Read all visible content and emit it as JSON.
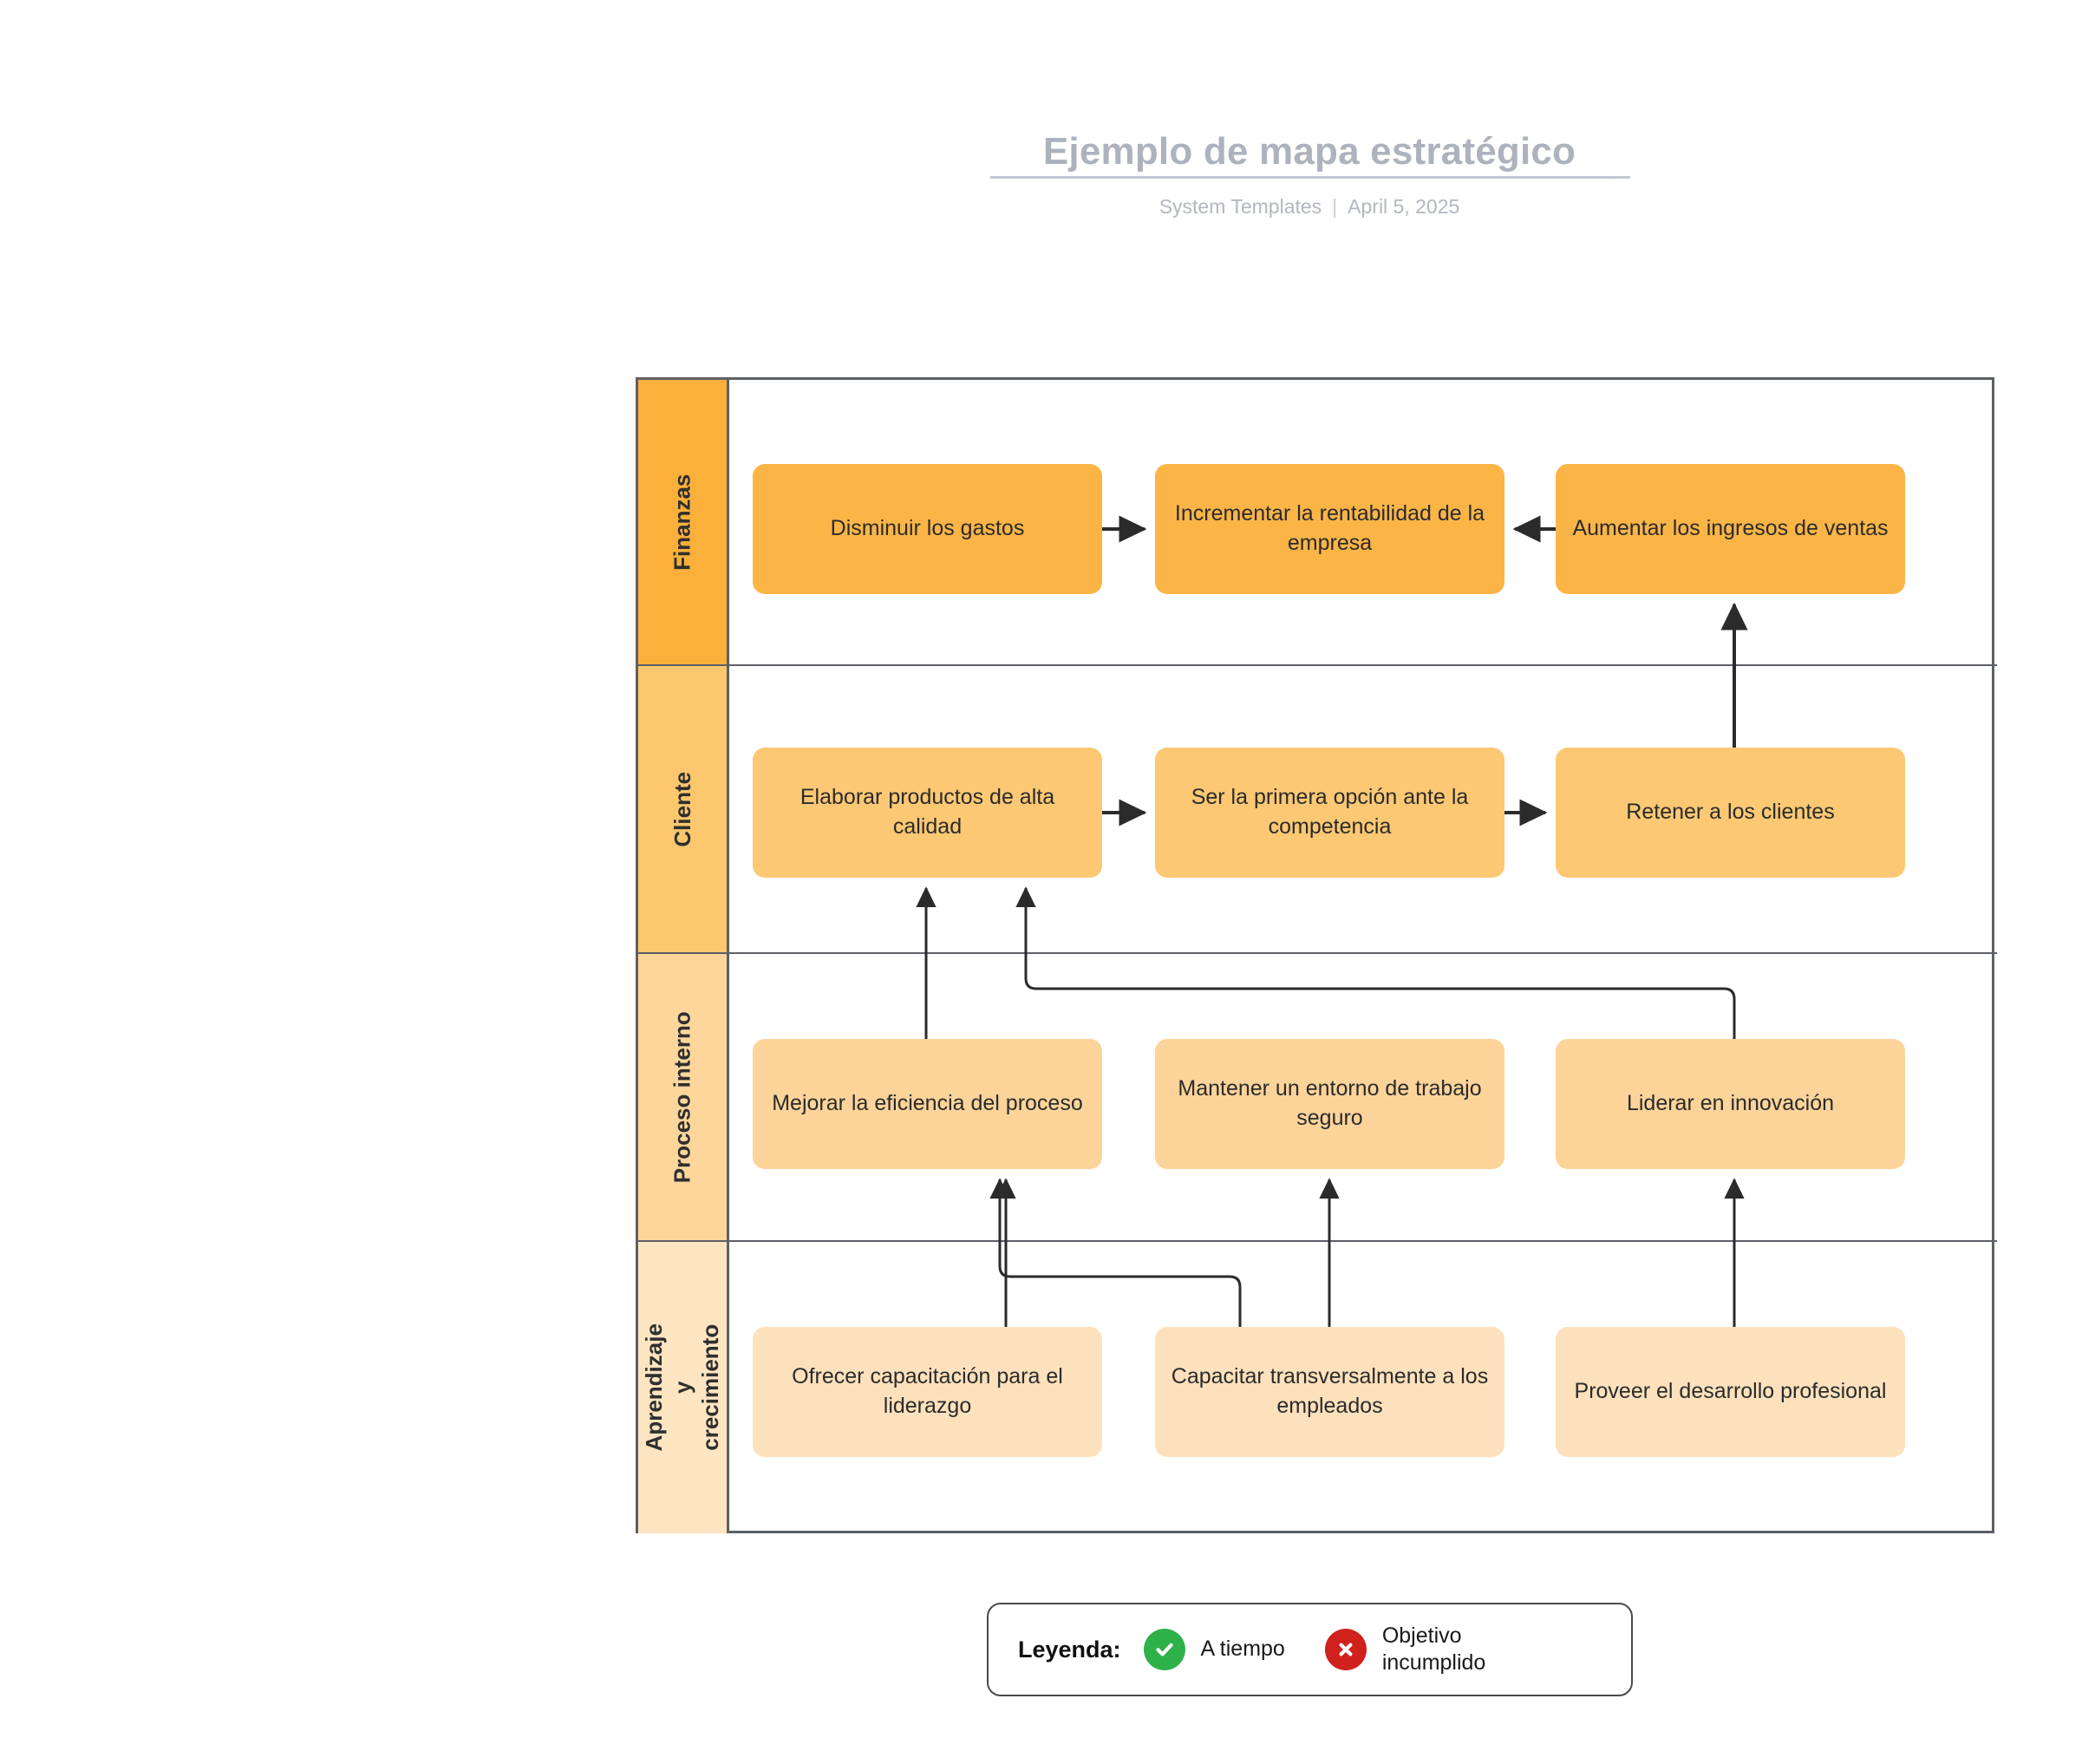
{
  "header": {
    "title": "Ejemplo de mapa estratégico",
    "author": "System Templates",
    "separator": "|",
    "date": "April 5, 2025"
  },
  "matrix": {
    "perspectives": [
      {
        "label": "Finanzas",
        "band_color": "#FBB03B",
        "box_color": "#FBB547"
      },
      {
        "label": "Cliente",
        "band_color": "#FDC76E",
        "box_color": "#FCC873"
      },
      {
        "label": "Proceso interno",
        "band_color": "#FDD69B",
        "box_color": "#FCD49A"
      },
      {
        "label": "Aprendizaje y\ncrecimiento",
        "band_color": "#FEE5C2",
        "box_color": "#FDE1BC"
      }
    ],
    "objectives": [
      {
        "perspective": "Finanzas",
        "column": 1,
        "text": "Disminuir los gastos"
      },
      {
        "perspective": "Finanzas",
        "column": 2,
        "text": "Incrementar la rentabilidad de la empresa"
      },
      {
        "perspective": "Finanzas",
        "column": 3,
        "text": "Aumentar los ingresos de ventas"
      },
      {
        "perspective": "Cliente",
        "column": 1,
        "text": "Elaborar productos de alta calidad"
      },
      {
        "perspective": "Cliente",
        "column": 2,
        "text": "Ser la primera opción ante la competencia"
      },
      {
        "perspective": "Cliente",
        "column": 3,
        "text": "Retener a los clientes"
      },
      {
        "perspective": "Proceso interno",
        "column": 1,
        "text": "Mejorar la eficiencia del proceso"
      },
      {
        "perspective": "Proceso interno",
        "column": 2,
        "text": "Mantener un entorno de trabajo seguro"
      },
      {
        "perspective": "Proceso interno",
        "column": 3,
        "text": "Liderar en innovación"
      },
      {
        "perspective": "Aprendizaje y crecimiento",
        "column": 1,
        "text": "Ofrecer capacitación para el liderazgo"
      },
      {
        "perspective": "Aprendizaje y crecimiento",
        "column": 2,
        "text": "Capacitar transversalmente a los empleados"
      },
      {
        "perspective": "Aprendizaje y crecimiento",
        "column": 3,
        "text": "Proveer el desarrollo profesional"
      }
    ],
    "connections": [
      {
        "from": "Disminuir los gastos",
        "to": "Incrementar la rentabilidad de la empresa",
        "style": "horizontal"
      },
      {
        "from": "Aumentar los ingresos de ventas",
        "to": "Incrementar la rentabilidad de la empresa",
        "style": "horizontal"
      },
      {
        "from": "Retener a los clientes",
        "to": "Aumentar los ingresos de ventas",
        "style": "vertical"
      },
      {
        "from": "Elaborar productos de alta calidad",
        "to": "Ser la primera opción ante la competencia",
        "style": "horizontal"
      },
      {
        "from": "Ser la primera opción ante la competencia",
        "to": "Retener a los clientes",
        "style": "horizontal"
      },
      {
        "from": "Mejorar la eficiencia del proceso",
        "to": "Elaborar productos de alta calidad",
        "style": "vertical"
      },
      {
        "from": "Liderar en innovación",
        "to": "Elaborar productos de alta calidad",
        "style": "elbow"
      },
      {
        "from": "Ofrecer capacitación para el liderazgo",
        "to": "Mejorar la eficiencia del proceso",
        "style": "vertical"
      },
      {
        "from": "Capacitar transversalmente a los empleados",
        "to": "Mejorar la eficiencia del proceso",
        "style": "elbow"
      },
      {
        "from": "Capacitar transversalmente a los empleados",
        "to": "Mantener un entorno de trabajo seguro",
        "style": "vertical"
      },
      {
        "from": "Proveer el desarrollo profesional",
        "to": "Liderar en innovación",
        "style": "vertical"
      }
    ]
  },
  "legend": {
    "title": "Leyenda:",
    "entries": [
      {
        "icon": "check-circle-icon",
        "label": "A tiempo",
        "color": "#2FB14A"
      },
      {
        "icon": "x-circle-icon",
        "label": "Objetivo incumplido",
        "color": "#D0211C"
      }
    ]
  },
  "colors": {
    "grid_line": "#5c5f66",
    "connector": "#2b2b2b",
    "title_text": "#adb3bd",
    "box_text": "#2b2b2b"
  }
}
